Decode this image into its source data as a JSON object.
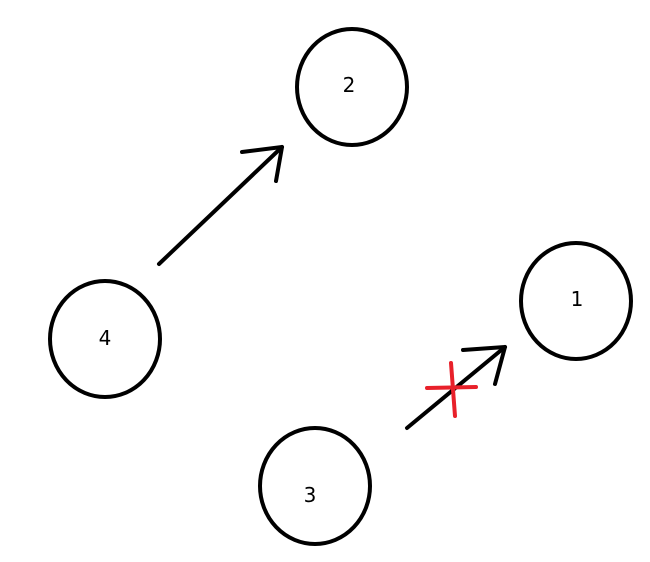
{
  "diagram": {
    "nodes": [
      {
        "id": "n2",
        "label": "2"
      },
      {
        "id": "n1",
        "label": "1"
      },
      {
        "id": "n4",
        "label": "4"
      },
      {
        "id": "n3",
        "label": "3"
      }
    ],
    "edges": [
      {
        "from": "4",
        "to": "2",
        "blocked": false
      },
      {
        "from": "3",
        "to": "1",
        "blocked": true
      }
    ],
    "colors": {
      "stroke": "#000000",
      "background": "#ffffff",
      "blocked_mark": "#e8202a"
    }
  }
}
